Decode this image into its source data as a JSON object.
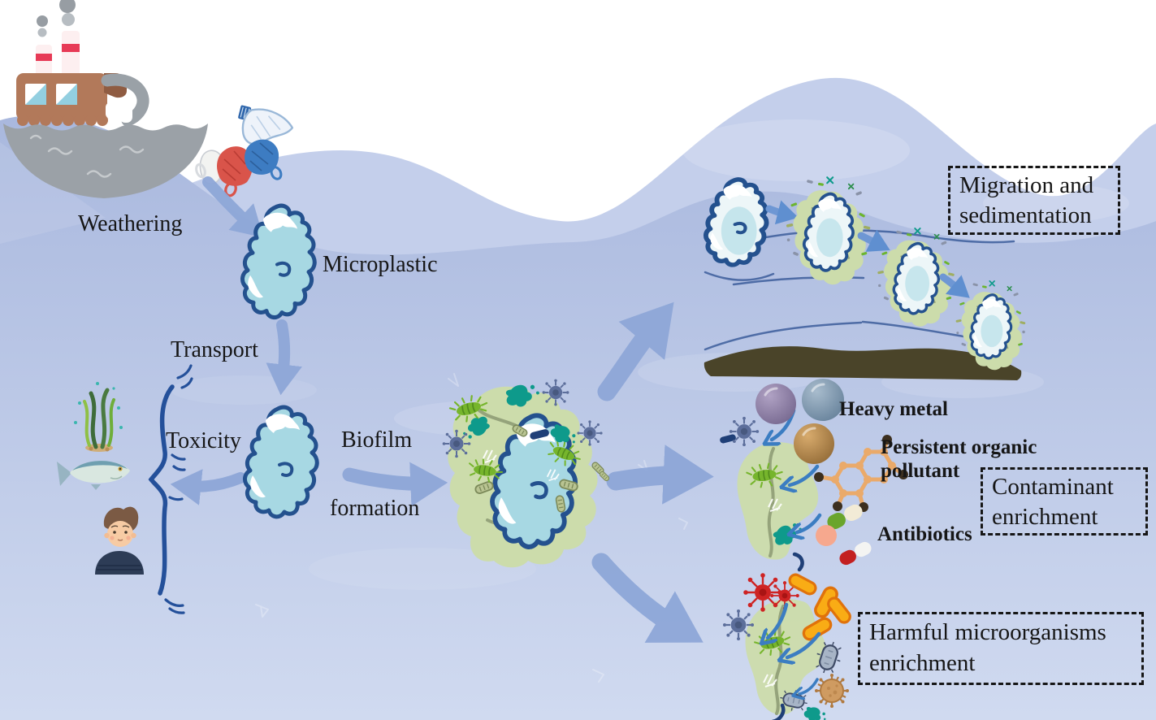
{
  "scene": {
    "type": "scientific-diagram",
    "topic": "Fate of microplastics in the marine environment: weathering, transport, biofilm formation, toxicity, migration and enrichment"
  },
  "labels": {
    "weathering": "Weathering",
    "microplastic": "Microplastic",
    "transport": "Transport",
    "toxicity": "Toxicity",
    "biofilm_line1": "Biofilm",
    "biofilm_line2": "formation"
  },
  "contaminants": {
    "heavy_metal": "Heavy metal",
    "pop_line1": "Persistent organic",
    "pop_line2": "pollutant",
    "antibiotics": "Antibiotics"
  },
  "callouts": {
    "migration": {
      "line1": "Migration and",
      "line2": "sedimentation"
    },
    "contaminant": {
      "line1": "Contaminant",
      "line2": "enrichment"
    },
    "harmful": {
      "line1": "Harmful microorganisms",
      "line2": "enrichment"
    }
  },
  "icons": {
    "ship": "cargo ship discharging waste",
    "plastic-debris": "floating plastic bottle and bags",
    "microplastic-fragment": "blue jagged plastic fragment",
    "biofilm-microplastic": "microplastic coated with green biofilm and microbes",
    "seaweed": "aquatic plant",
    "fish": "fish",
    "human": "human figure",
    "heavy-metal-particles": "three metallic spheres",
    "pop-molecule": "fused-ring organic molecule",
    "antibiotic-pills": "capsules and round pill",
    "red-virus": "spiked virus particles",
    "orange-bacteria": "orange rod bacteria",
    "gray-bacteria": "gray rod bacteria",
    "coronavirus": "crowned virus particle",
    "sediment-bed": "dark seafloor sediment",
    "current-lines": "water current streamlines",
    "brace": "curly brace grouping affected organisms"
  },
  "colors": {
    "text": "#161616",
    "box_border": "#161616",
    "sky": "#ffffff",
    "ocean_top": "#a9b8de",
    "ocean_bottom": "#d0daf0",
    "wave_back": "#c4cfeb",
    "arrow": "#8ea7d8",
    "arrow_small": "#6e97d4",
    "mp_fill": "#a7d8e3",
    "mp_stroke": "#24518e",
    "biofilm": "#ccdcab",
    "biofilm_line": "#95a37b",
    "sediment": "#4a4429",
    "microbe_green": "#76b52c",
    "microbe_teal": "#0e9a8b",
    "virus_slate": "#5c6e9b",
    "virus_red": "#ce2323",
    "rod_orange": "#f9ac15",
    "rod_gray": "#a7b4c6",
    "corona_brown": "#cf9b61",
    "metal_purple": "#8e7ca6",
    "metal_blue": "#7b93ad",
    "metal_bronze": "#b2854b",
    "molecule_orange": "#eaaa6a",
    "pill_green": "#6aa52c",
    "pill_red": "#c32020",
    "pill_round": "#f6a88e",
    "brace_blue": "#24509a"
  }
}
